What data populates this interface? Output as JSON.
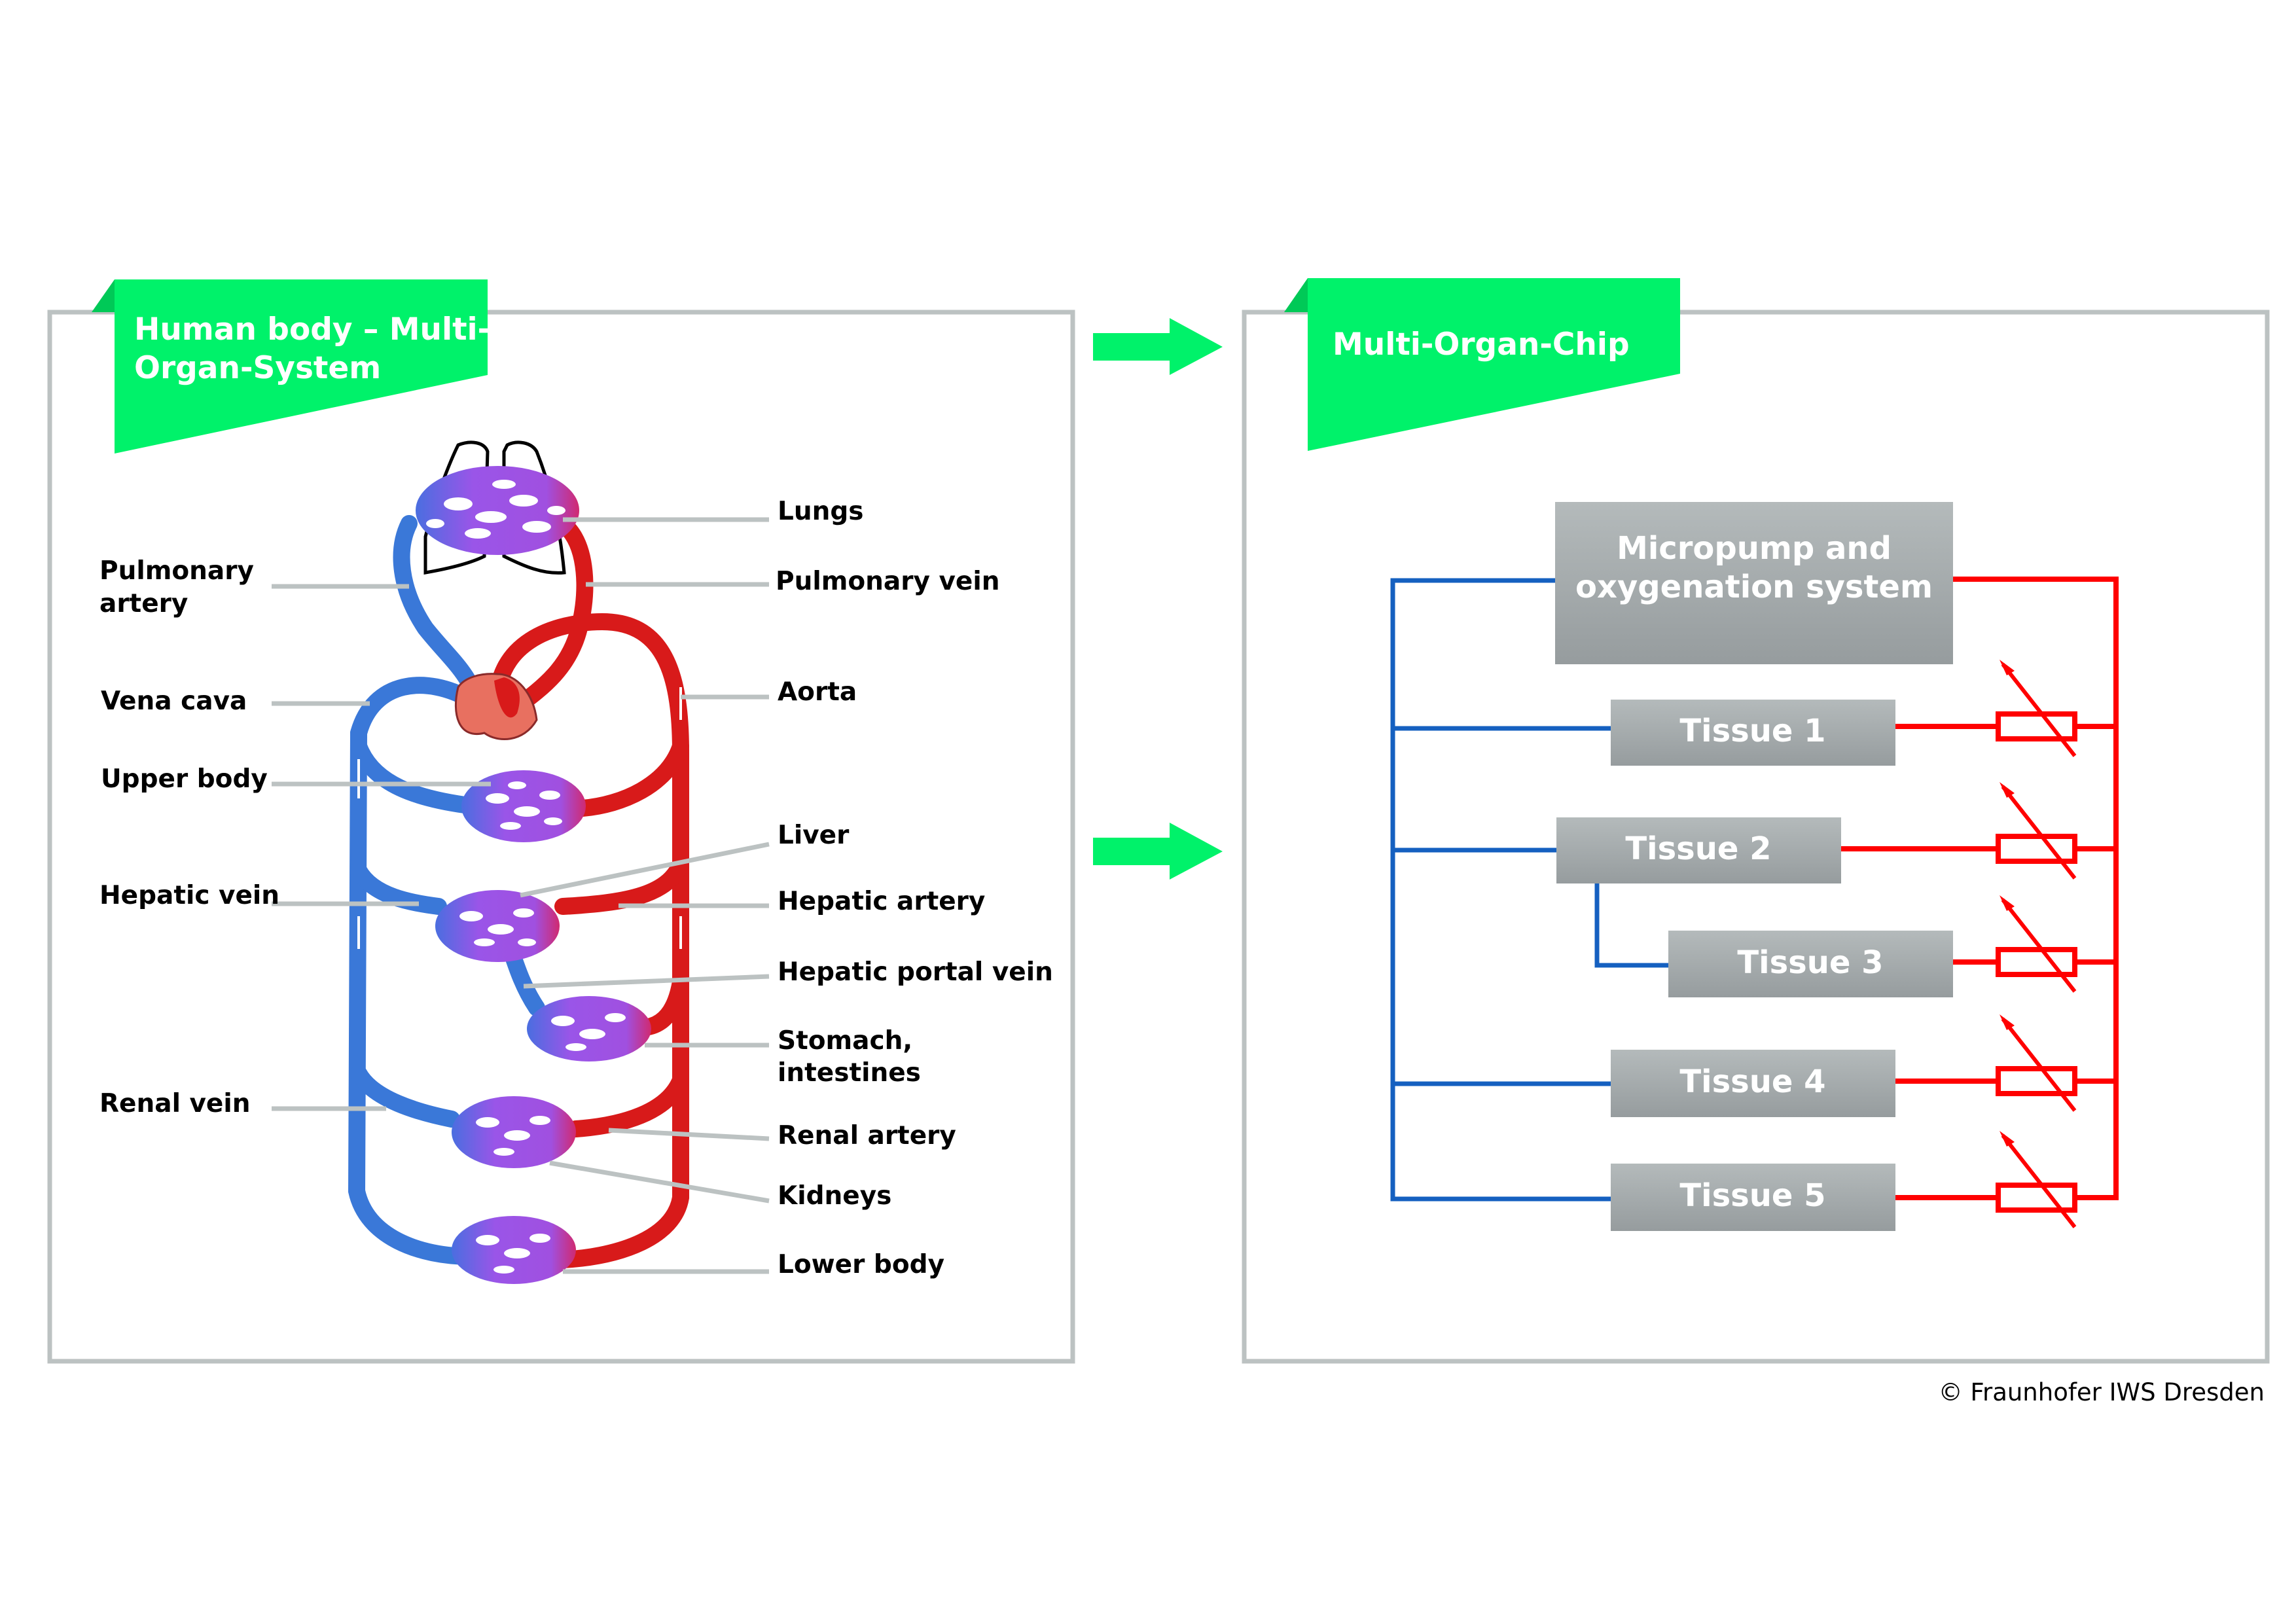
{
  "left_panel": {
    "title_line1": "Human body – Multi-",
    "title_line2": "Organ-System",
    "labels_left": {
      "pulmonary_artery_1": "Pulmonary",
      "pulmonary_artery_2": "artery",
      "vena_cava": "Vena cava",
      "upper_body": "Upper body",
      "hepatic_vein": "Hepatic vein",
      "renal_vein": "Renal vein"
    },
    "labels_right": {
      "lungs": "Lungs",
      "pulmonary_vein": "Pulmonary vein",
      "aorta": "Aorta",
      "liver": "Liver",
      "hepatic_artery": "Hepatic artery",
      "hepatic_portal_vein": "Hepatic portal vein",
      "stomach_1": "Stomach,",
      "stomach_2": "intestines",
      "renal_artery": "Renal artery",
      "kidneys": "Kidneys",
      "lower_body": "Lower body"
    },
    "colors": {
      "vein": "#3a78d8",
      "artery": "#d81a1a",
      "capillary": "#a45ae8"
    }
  },
  "right_panel": {
    "title": "Multi-Organ-Chip",
    "pump_line1": "Micropump and",
    "pump_line2": "oxygenation system",
    "tissues": [
      "Tissue 1",
      "Tissue 2",
      "Tissue 3",
      "Tissue 4",
      "Tissue 5"
    ],
    "colors": {
      "inflow": "#1560c0",
      "outflow": "#ff0000",
      "box": "#a3a9aa"
    }
  },
  "accent_color": "#00f26a",
  "copyright": "© Fraunhofer IWS Dresden"
}
